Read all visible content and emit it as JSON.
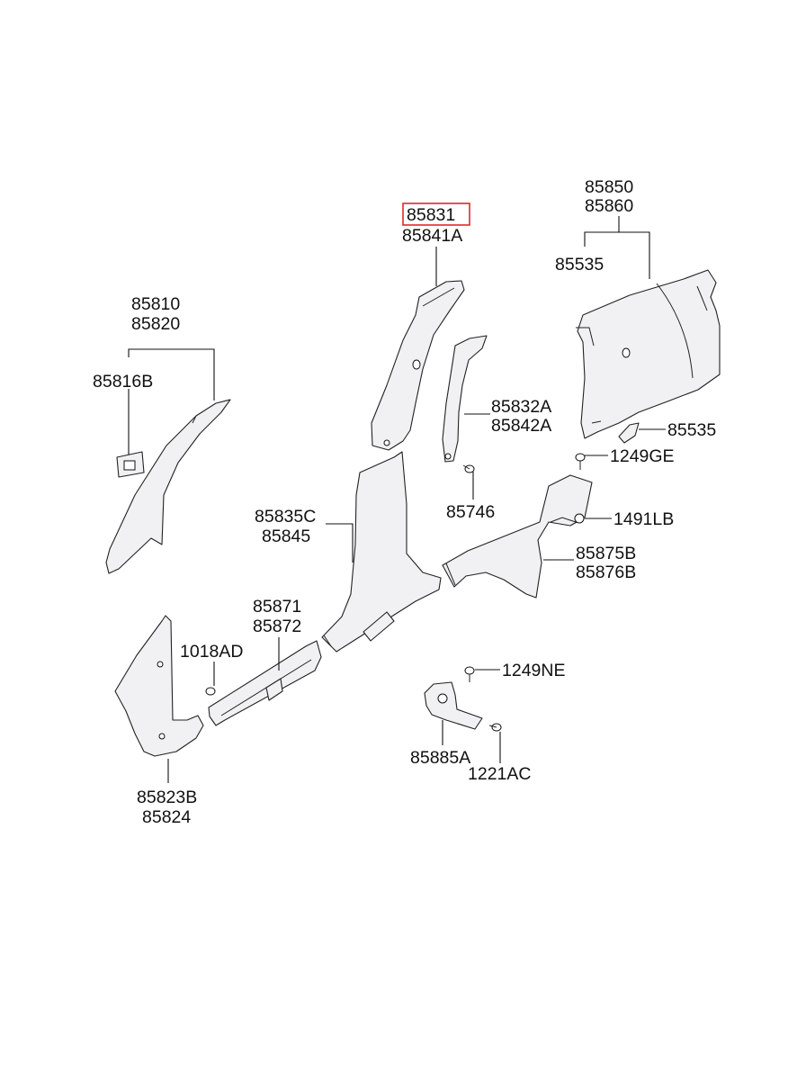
{
  "callouts": {
    "c85831": "85831",
    "c85841A": "85841A",
    "c85850": "85850",
    "c85860": "85860",
    "c85535_top": "85535",
    "c85535_side": "85535",
    "c85810": "85810",
    "c85820": "85820",
    "c85816B": "85816B",
    "c85832A": "85832A",
    "c85842A": "85842A",
    "c1249GE": "1249GE",
    "c85746": "85746",
    "c1491LB": "1491LB",
    "c85835C": "85835C",
    "c85845": "85845",
    "c85875B": "85875B",
    "c85876B": "85876B",
    "c85871": "85871",
    "c85872": "85872",
    "c1018AD": "1018AD",
    "c1249NE": "1249NE",
    "c85885A": "85885A",
    "c1221AC": "1221AC",
    "c85823B": "85823B",
    "c85824": "85824"
  },
  "highlighted_part": "85831",
  "colors": {
    "highlight": "#e0282c",
    "line": "#222222",
    "part_fill": "#f1f1f4"
  }
}
